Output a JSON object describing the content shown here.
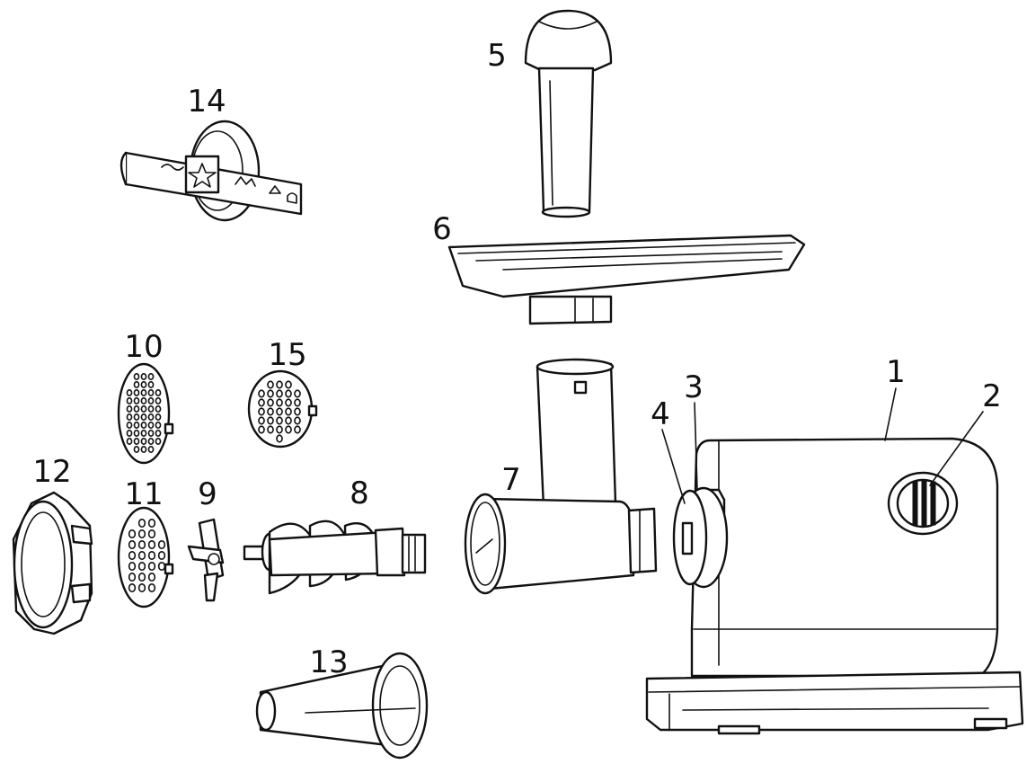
{
  "callouts": {
    "c1": "1",
    "c2": "2",
    "c3": "3",
    "c4": "4",
    "c5": "5",
    "c6": "6",
    "c7": "7",
    "c8": "8",
    "c9": "9",
    "c10": "10",
    "c11": "11",
    "c12": "12",
    "c13": "13",
    "c14": "14",
    "c15": "15"
  },
  "style": {
    "line_color": "#111111",
    "background": "#ffffff"
  }
}
